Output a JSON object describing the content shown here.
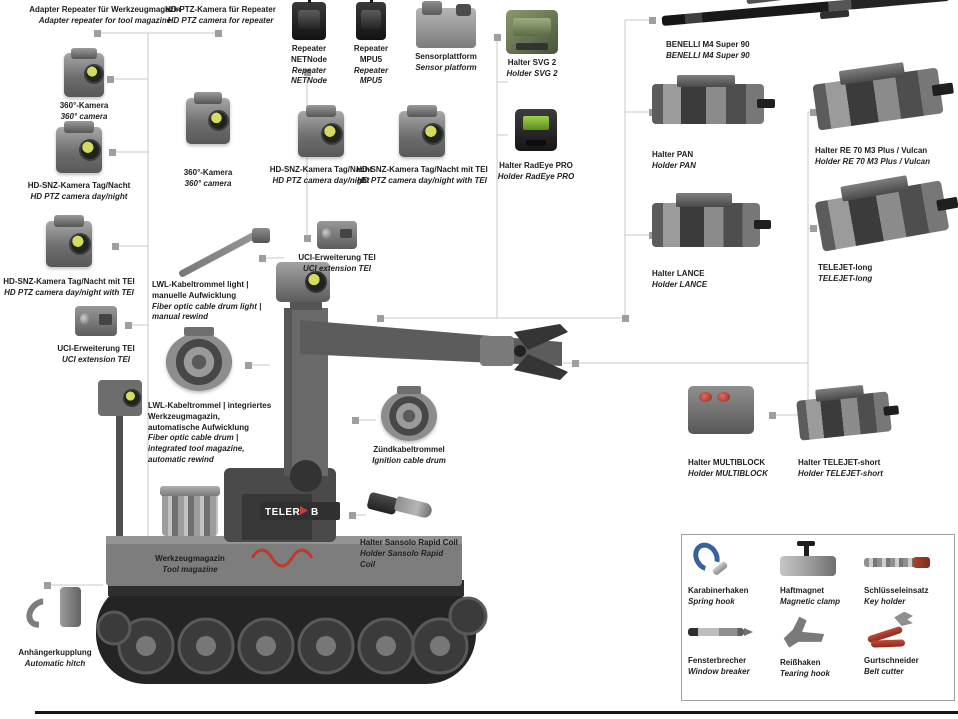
{
  "diagram": {
    "robot_logo": {
      "left": "TELER",
      "right": "B",
      "accent": "#c7402e"
    },
    "items": [
      {
        "id": "adapter-repeater-for-tool-magazine",
        "de": "Adapter Repeater für Werkzeugmagazin",
        "en": "Adapter repeater for tool magazine"
      },
      {
        "id": "hd-ptz-camera-for-repeater",
        "de": "HD-PTZ-Kamera für Repeater",
        "en": "HD PTZ camera for repeater"
      },
      {
        "id": "repeater-netnode",
        "de": "Repeater NETNode",
        "en": "Repeater NETNode"
      },
      {
        "id": "repeater-mpu5",
        "de": "Repeater MPU5",
        "en": "Repeater MPU5"
      },
      {
        "id": "sensor-platform",
        "de": "Sensorplattform",
        "en": "Sensor platform"
      },
      {
        "id": "holder-svg-2",
        "de": "Halter SVG 2",
        "en": "Holder SVG 2"
      },
      {
        "id": "benelli-m4-super-90",
        "de": "BENELLI M4 Super 90",
        "en": "BENELLI M4 Super 90"
      },
      {
        "id": "360-camera-left",
        "de": "360°-Kamera",
        "en": "360° camera"
      },
      {
        "id": "holder-pan",
        "de": "Halter PAN",
        "en": "Holder PAN"
      },
      {
        "id": "holder-re-70-m3-plus-vulcan",
        "de": "Halter RE 70 M3 Plus / Vulcan",
        "en": "Holder RE 70 M3 Plus / Vulcan"
      },
      {
        "id": "360-camera-mid",
        "de": "360°-Kamera",
        "en": "360° camera"
      },
      {
        "id": "hd-snz-camera-left",
        "de": "HD-SNZ-Kamera Tag/Nacht",
        "en": "HD PTZ camera day/night"
      },
      {
        "id": "hd-snz-camera-mid",
        "de": "HD-SNZ-Kamera Tag/Nacht",
        "en": "HD PTZ camera day/night"
      },
      {
        "id": "hd-snz-camera-tei-mid",
        "de": "HD-SNZ-Kamera Tag/Nacht mit TEI",
        "en": "HD PTZ camera day/night with TEI"
      },
      {
        "id": "holder-radeye-pro",
        "de": "Halter RadEye PRO",
        "en": "Holder RadEye PRO"
      },
      {
        "id": "uci-extension-tei-mid",
        "de": "UCI-Erweiterung TEI",
        "en": "UCI extension TEI"
      },
      {
        "id": "holder-lance",
        "de": "Halter LANCE",
        "en": "Holder LANCE"
      },
      {
        "id": "telejet-long",
        "de": "TELEJET-long",
        "en": "TELEJET-long"
      },
      {
        "id": "hd-snz-camera-tei-left",
        "de": "HD-SNZ-Kamera Tag/Nacht mit TEI",
        "en": "HD PTZ camera day/night with TEI"
      },
      {
        "id": "fiber-optic-cable-drum-light",
        "de": "LWL-Kabeltrommel light | manuelle Aufwicklung",
        "en": "Fiber optic cable drum light | manual rewind"
      },
      {
        "id": "uci-extension-tei-left",
        "de": "UCI-Erweiterung TEI",
        "en": "UCI extension TEI"
      },
      {
        "id": "fiber-optic-cable-drum",
        "de": "LWL-Kabeltrommel | integriertes Werkzeugmagazin, automatische Aufwicklung",
        "en": "Fiber optic cable drum | integrated tool magazine, automatic rewind"
      },
      {
        "id": "ignition-cable-drum",
        "de": "Zündkabeltrommel",
        "en": "Ignition cable drum"
      },
      {
        "id": "holder-multiblock",
        "de": "Halter MULTIBLOCK",
        "en": "Holder MULTIBLOCK"
      },
      {
        "id": "holder-telejet-short",
        "de": "Halter TELEJET-short",
        "en": "Holder TELEJET-short"
      },
      {
        "id": "tool-magazine",
        "de": "Werkzeugmagazin",
        "en": "Tool magazine"
      },
      {
        "id": "holder-sansolo-rapid-coil",
        "de": "Halter Sansolo Rapid Coil",
        "en": "Holder Sansolo Rapid Coil"
      },
      {
        "id": "automatic-hitch",
        "de": "Anhängerkupplung",
        "en": "Automatic hitch"
      }
    ],
    "toolbox": [
      {
        "id": "spring-hook",
        "de": "Karabinerhaken",
        "en": "Spring hook"
      },
      {
        "id": "magnetic-clamp",
        "de": "Haftmagnet",
        "en": "Magnetic clamp"
      },
      {
        "id": "key-holder",
        "de": "Schlüsseleinsatz",
        "en": "Key holder"
      },
      {
        "id": "window-breaker",
        "de": "Fensterbrecher",
        "en": "Window breaker"
      },
      {
        "id": "tearing-hook",
        "de": "Reißhaken",
        "en": "Tearing hook"
      },
      {
        "id": "belt-cutter",
        "de": "Gurtschneider",
        "en": "Belt cutter"
      }
    ]
  }
}
